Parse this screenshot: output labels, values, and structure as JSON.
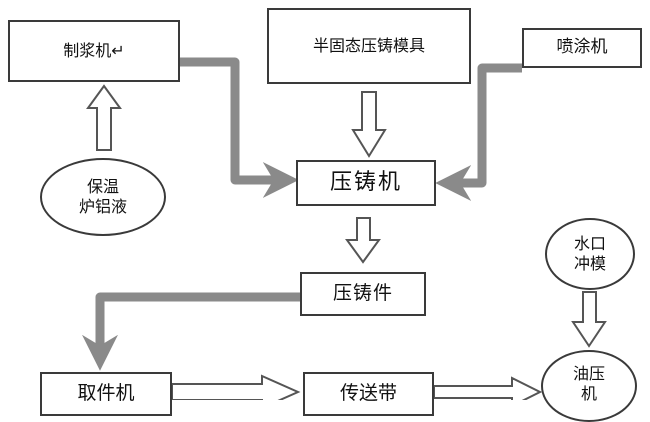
{
  "nodes": {
    "slurry_machine": "制浆机↵",
    "semi_solid_die": "半固态压铸模具",
    "spray_machine": "喷涂机",
    "holding_furnace_line1": "保温",
    "holding_furnace_line2": "炉铝液",
    "die_casting_machine": "压铸机",
    "die_casting": "压铸件",
    "water_flush_line1": "水口",
    "water_flush_line2": "冲模",
    "pickup_machine": "取件机",
    "conveyor": "传送带",
    "hydraulic_press_line1": "油压",
    "hydraulic_press_line2": "机"
  },
  "colors": {
    "border": "#3a3a3a",
    "gray_arrow": "#8a8a8a",
    "hollow_arrow": "#555555"
  }
}
